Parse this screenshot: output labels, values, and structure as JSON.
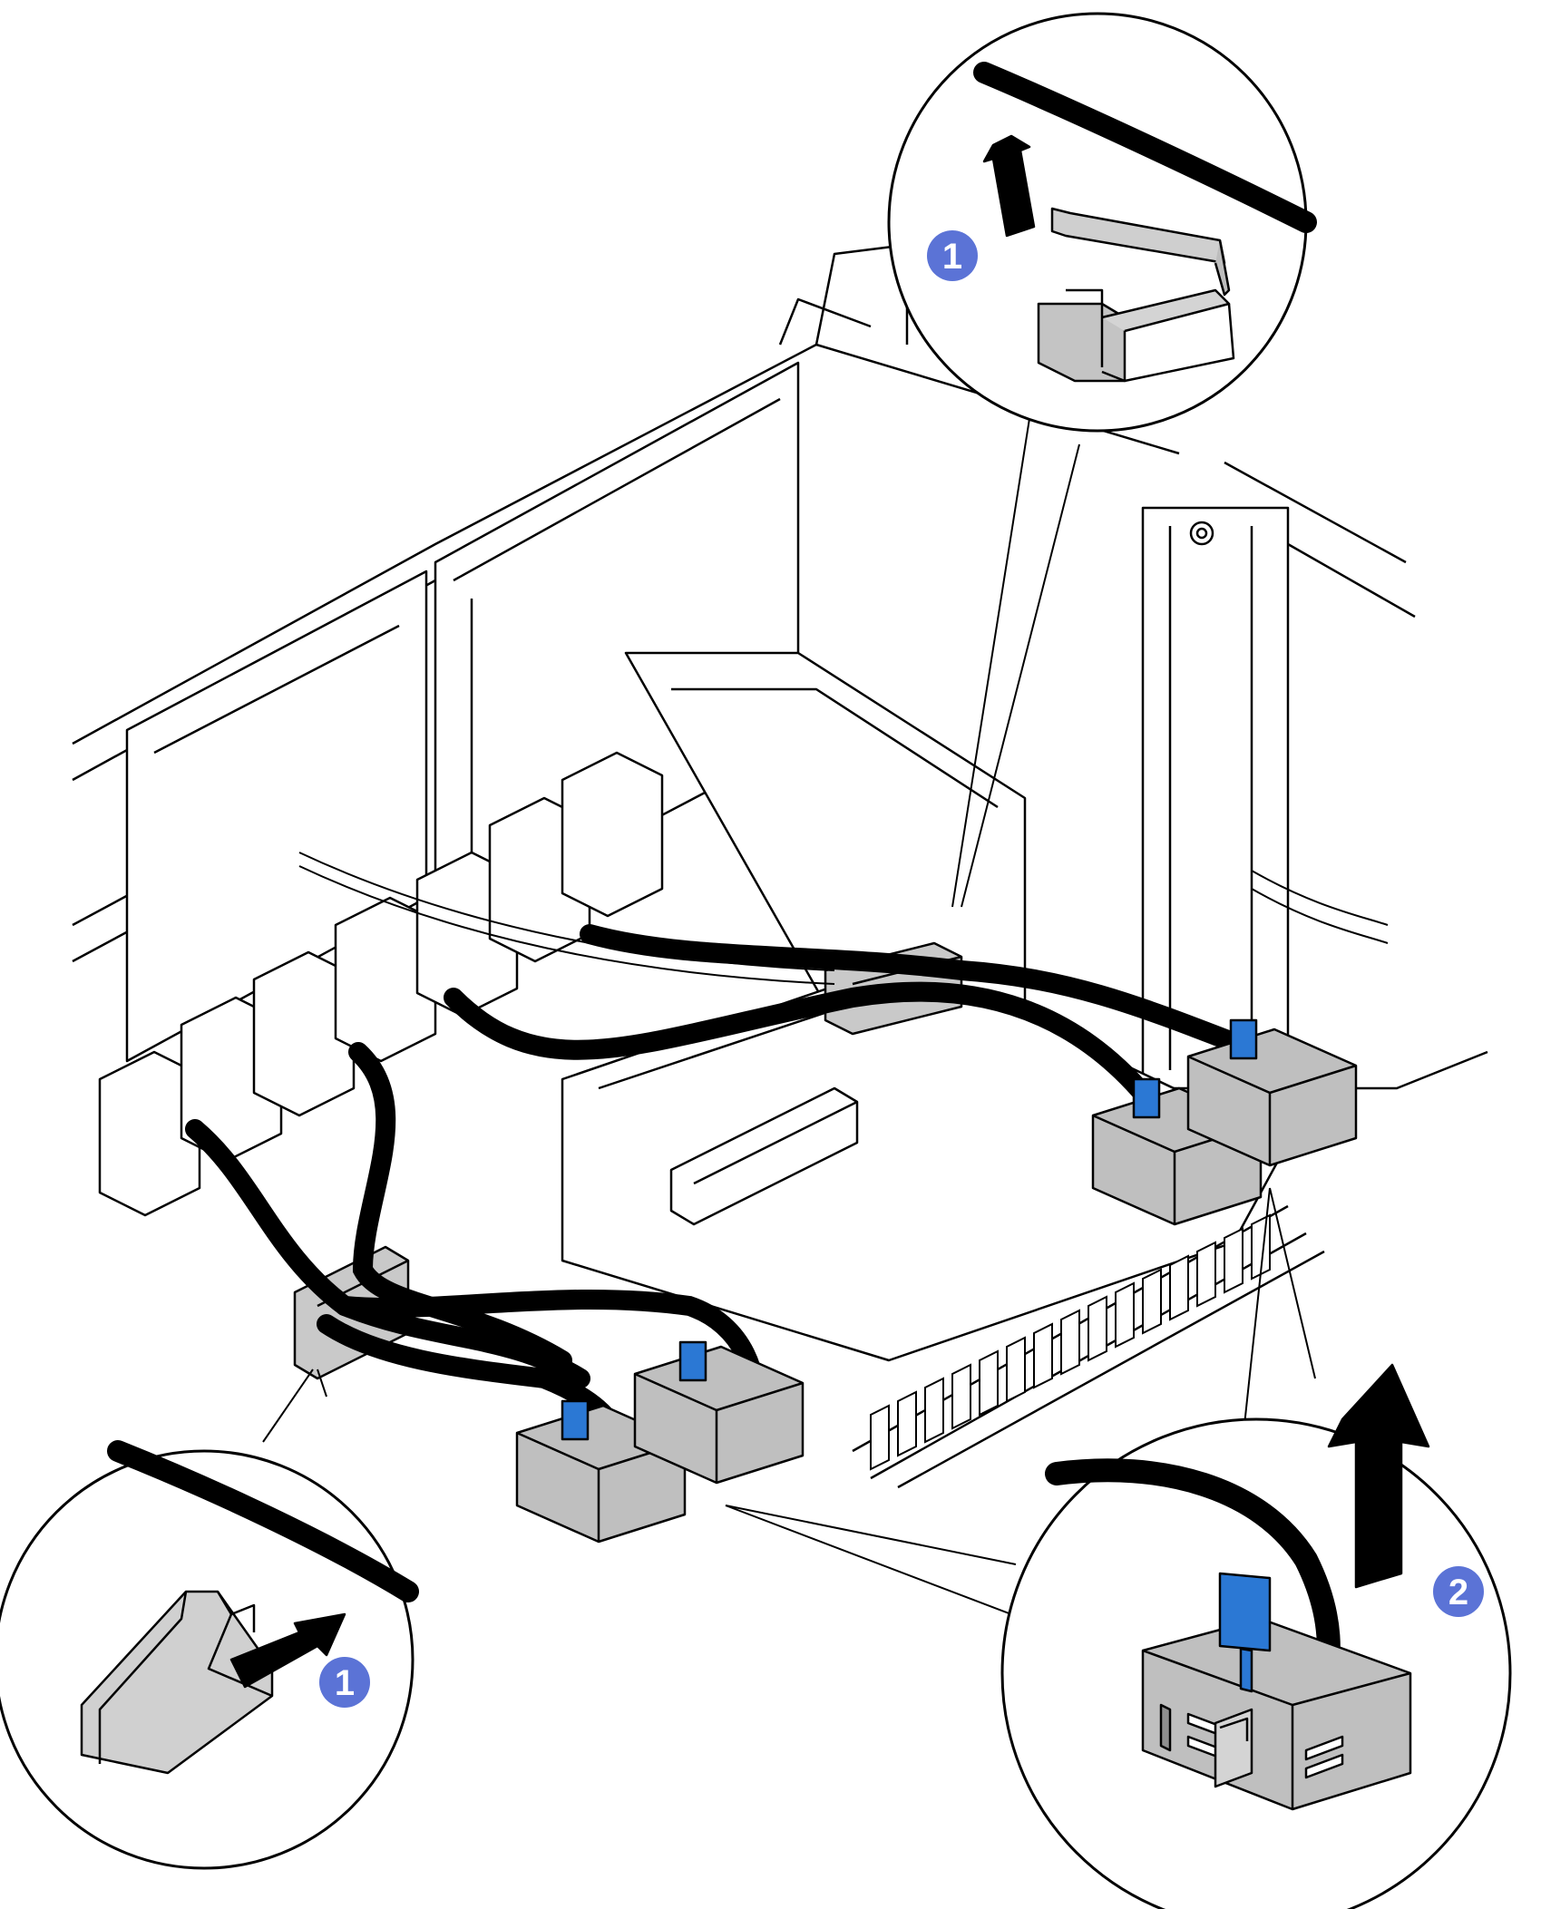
{
  "colors": {
    "line": "#000000",
    "background": "#ffffff",
    "cable": "#000000",
    "connector_gray": "#bfbfbf",
    "connector_dark": "#8f8f8f",
    "pull_tab_blue": "#2b78d4",
    "callout_badge": "#5b73d6",
    "callout_badge_text": "#ffffff"
  },
  "callouts": [
    {
      "id": "top",
      "step": "1",
      "icon": "clip-lift-icon"
    },
    {
      "id": "bottom-left",
      "step": "1",
      "icon": "clip-push-icon"
    },
    {
      "id": "bottom-right",
      "step": "2",
      "icon": "connector-pull-icon"
    }
  ]
}
